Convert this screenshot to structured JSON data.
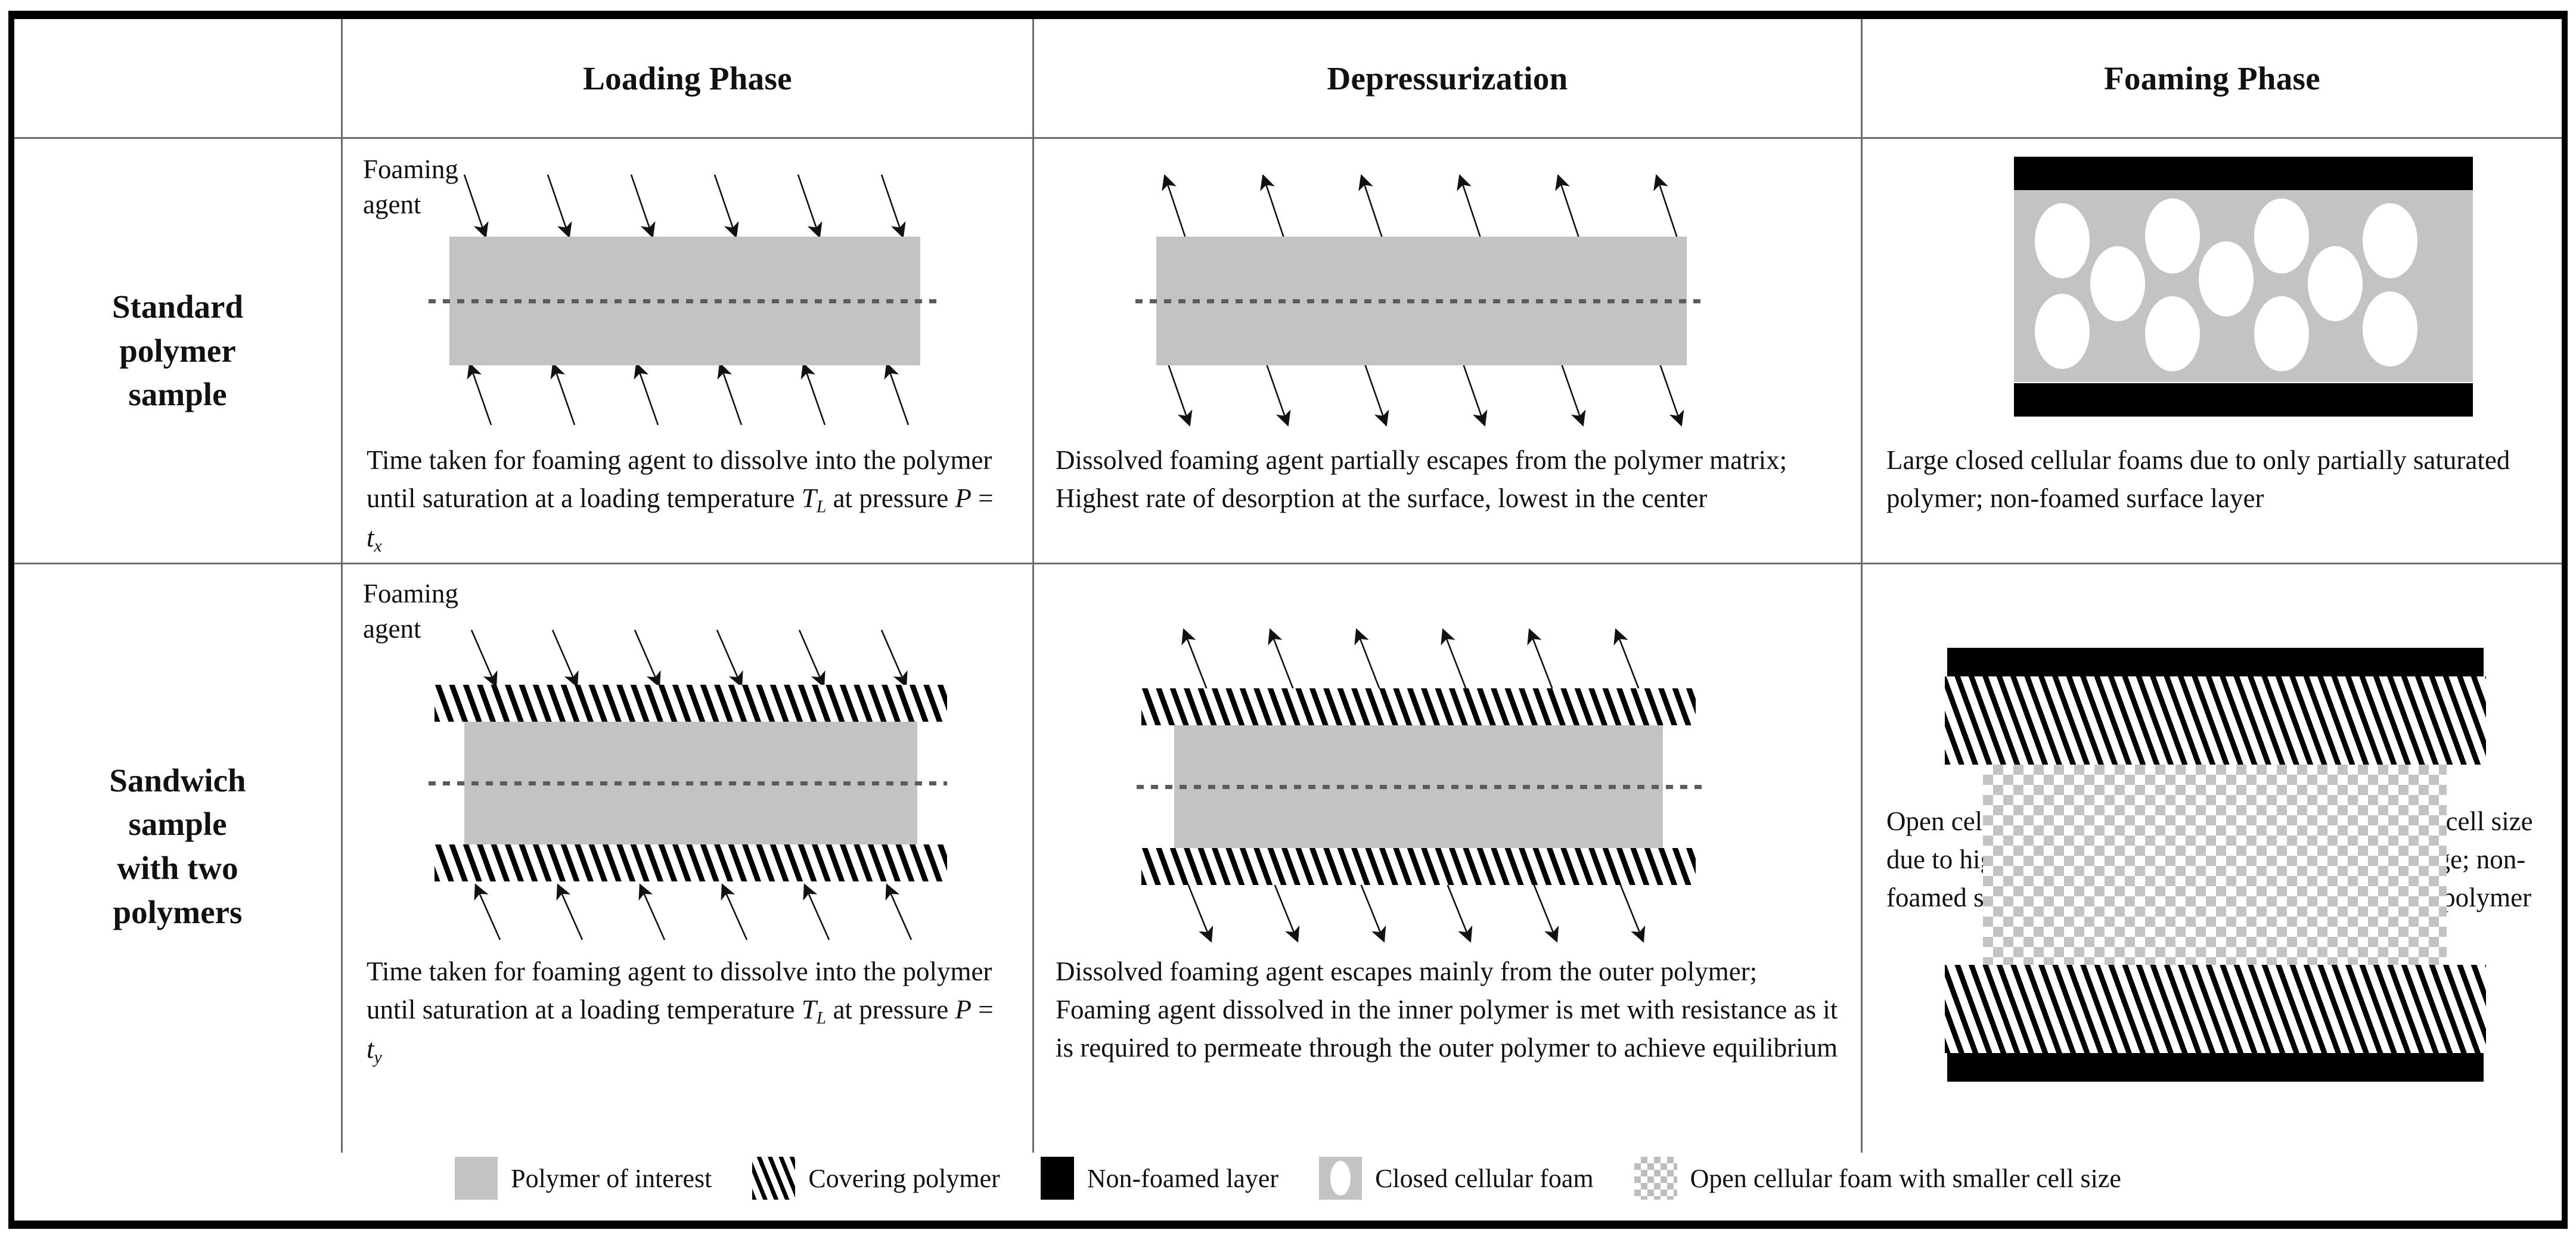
{
  "table": {
    "headers": [
      "",
      "Loading Phase",
      "Depressurization",
      "Foaming Phase"
    ],
    "rows": [
      {
        "label": "Standard\npolymer\nsample",
        "label_lines": [
          "Standard",
          "polymer",
          "sample"
        ],
        "loading": {
          "agent_label_lines": [
            "Foaming",
            "agent"
          ],
          "caption_pre": "Time taken for foaming agent to dissolve into the polymer until saturation at a loading temperature ",
          "caption_sym1": "T",
          "caption_sub1": "L",
          "caption_mid": " at pressure ",
          "caption_sym2": "P",
          "caption_eq": " = ",
          "caption_sym3": "t",
          "caption_sub2": "x"
        },
        "depressurization": {
          "caption": "Dissolved foaming agent partially escapes from the polymer matrix; Highest rate of desorption at the surface, lowest in the center"
        },
        "foaming": {
          "caption": "Large closed cellular foams due to only partially saturated polymer; non-foamed surface layer"
        }
      },
      {
        "label": "Sandwich\nsample\nwith two\npolymers",
        "label_lines": [
          "Sandwich",
          "sample",
          "with two",
          "polymers"
        ],
        "loading": {
          "agent_label_lines": [
            "Foaming",
            "agent"
          ],
          "caption_pre": "Time taken for foaming agent to dissolve into the polymer until saturation at a loading temperature ",
          "caption_sym1": "T",
          "caption_sub1": "L",
          "caption_mid": " at pressure ",
          "caption_sym2": "P",
          "caption_eq": " = ",
          "caption_sym3": "t",
          "caption_sub2": "y"
        },
        "depressurization": {
          "caption": "Dissolved foaming agent escapes mainly from the outer polymer; Foaming agent dissolved in the inner polymer is met with resistance as it is required to permeate through the outer polymer to achieve equilibrium"
        },
        "foaming": {
          "caption": "Open cellular foam of the inner polymer with small cell size due to highly saturated polymer during foaming stage; non-foamed surface layer is restricted towards the outer polymer"
        }
      }
    ]
  },
  "legend": {
    "items": [
      {
        "swatch": "gray-square",
        "label": "Polymer of interest"
      },
      {
        "swatch": "diagonal-hatch-square",
        "label": "Covering polymer"
      },
      {
        "swatch": "black-square",
        "label": "Non-foamed layer"
      },
      {
        "swatch": "gray-square-with-white-ellipse",
        "label": "Closed cellular foam"
      },
      {
        "swatch": "checkerboard-square",
        "label": "Open cellular foam with smaller cell size"
      }
    ]
  },
  "colors": {
    "polymer_gray": "#c3c3c3",
    "non_foamed_black": "#000000",
    "rule_gray": "#6d6d6d",
    "frame_black": "#000000",
    "page_background": "#ffffff"
  },
  "arrows": {
    "loading_direction": "inward",
    "depressurization_direction": "outward",
    "count_top": 6,
    "count_bottom": 6
  },
  "foam_cells": {
    "closed_foam_rows": [
      4,
      3,
      4
    ],
    "closed_foam_total": 11
  }
}
